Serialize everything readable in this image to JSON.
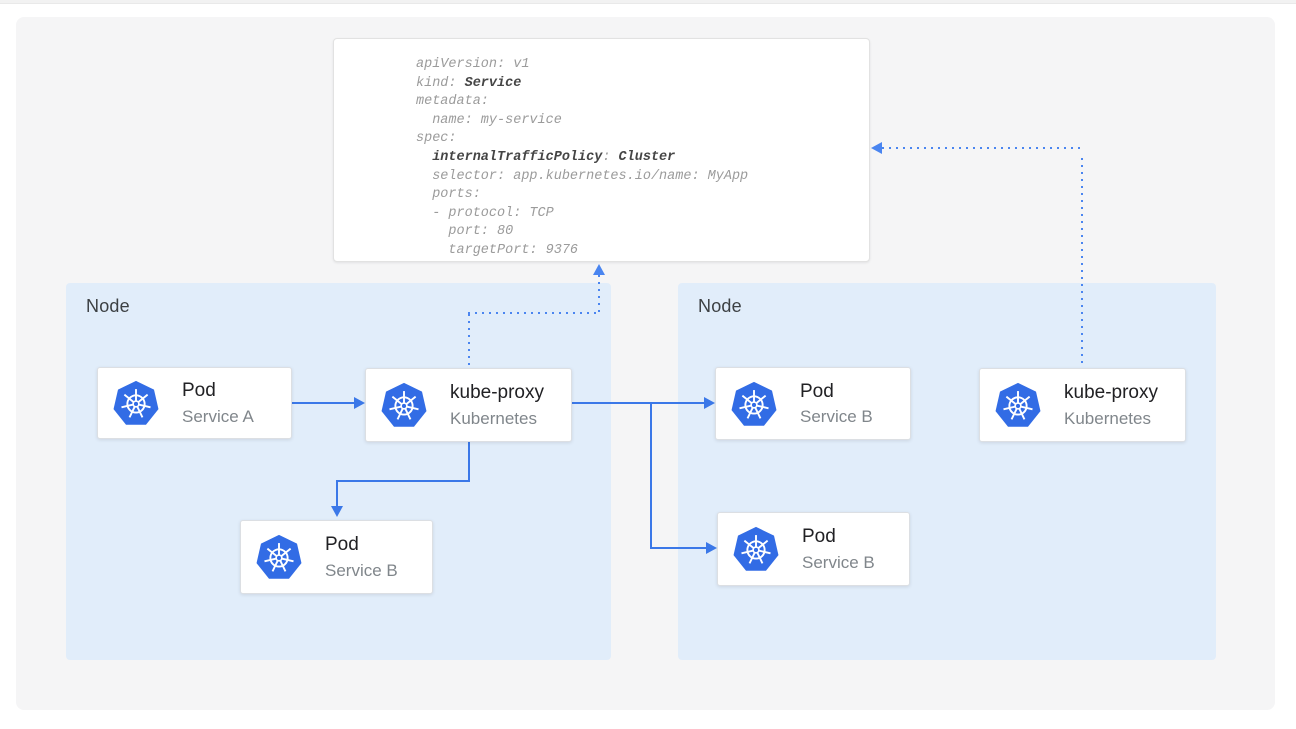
{
  "colors": {
    "kubernetes_blue": "#326ce5",
    "arrow_blue": "#3b78e8",
    "dot_blue": "#4a85f0",
    "node_background": "#e1edfa"
  },
  "yaml_card": {
    "lines": [
      [
        {
          "t": "apiVersion: v1",
          "b": 0
        }
      ],
      [
        {
          "t": "kind: ",
          "b": 0
        },
        {
          "t": "Service",
          "b": 1
        }
      ],
      [
        {
          "t": "metadata:",
          "b": 0
        }
      ],
      [
        {
          "t": "  name: my-service",
          "b": 0
        }
      ],
      [
        {
          "t": "spec:",
          "b": 0
        }
      ],
      [
        {
          "t": "  ",
          "b": 0
        },
        {
          "t": "internalTrafficPolicy",
          "b": 1
        },
        {
          "t": ": ",
          "b": 0
        },
        {
          "t": "Cluster",
          "b": 1
        }
      ],
      [
        {
          "t": "  selector: app.kubernetes.io/name: MyApp",
          "b": 0
        }
      ],
      [
        {
          "t": "  ports:",
          "b": 0
        }
      ],
      [
        {
          "t": "  - protocol: TCP",
          "b": 0
        }
      ],
      [
        {
          "t": "    port: 80",
          "b": 0
        }
      ],
      [
        {
          "t": "    targetPort: 9376",
          "b": 0
        }
      ]
    ]
  },
  "nodes": {
    "left": {
      "label": "Node"
    },
    "right": {
      "label": "Node"
    }
  },
  "cards": {
    "pod_a": {
      "title": "Pod",
      "subtitle": "Service A"
    },
    "kube_proxy_left": {
      "title": "kube-proxy",
      "subtitle": "Kubernetes"
    },
    "pod_b_left": {
      "title": "Pod",
      "subtitle": "Service B"
    },
    "pod_b_right_top": {
      "title": "Pod",
      "subtitle": "Service B"
    },
    "pod_b_right_bottom": {
      "title": "Pod",
      "subtitle": "Service B"
    },
    "kube_proxy_right": {
      "title": "kube-proxy",
      "subtitle": "Kubernetes"
    }
  }
}
